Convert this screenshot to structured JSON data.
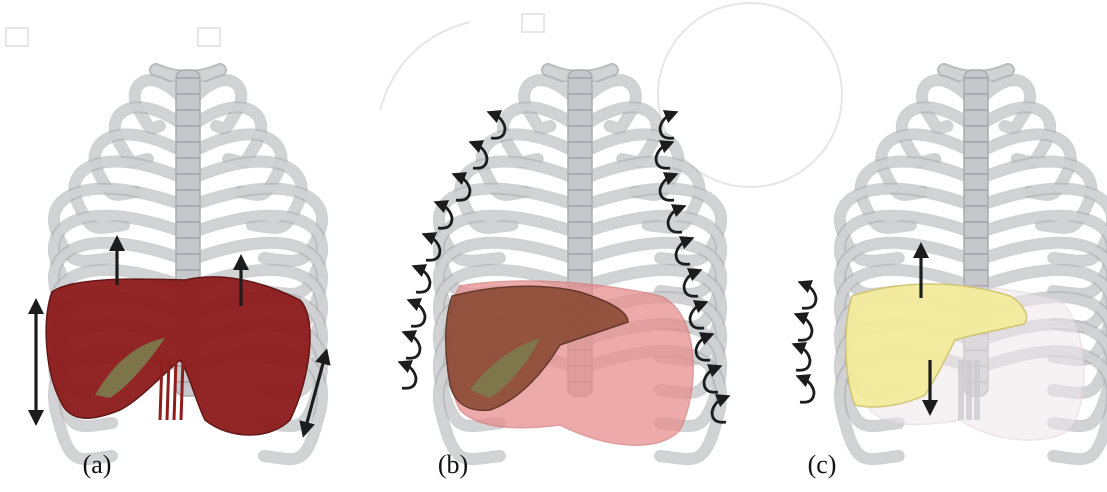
{
  "panels": [
    {
      "label": "(a)",
      "liver_color": "#8e1d1d",
      "overlay": false
    },
    {
      "label": "(b)",
      "liver_color": "#8a4a33",
      "overlay": true,
      "overlay_color": "#e88e8e"
    },
    {
      "label": "(c)",
      "liver_color": "#f3ec9c",
      "overlay": true,
      "overlay_color": "#efe6ea"
    }
  ],
  "colors": {
    "bone": "#d2d3d5",
    "bone_edge": "#a9abae",
    "arrow": "#1c1c1c",
    "gallbladder": "#7b7d4e"
  }
}
